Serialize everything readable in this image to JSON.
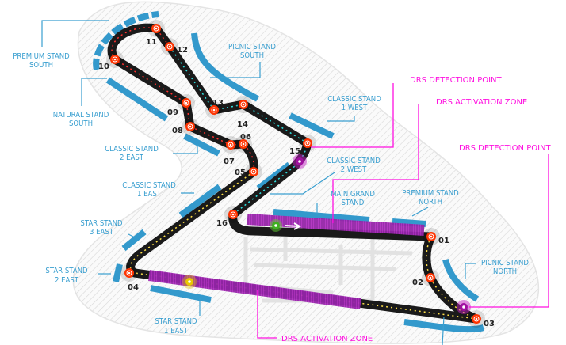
{
  "stands": {
    "premium_south": [
      "PREMIUM STAND",
      "SOUTH"
    ],
    "natural_south": [
      "NATURAL STAND",
      "SOUTH"
    ],
    "picnic_south": [
      "PICNIC STAND",
      "SOUTH"
    ],
    "classic_1_west": [
      "CLASSIC STAND",
      "1 WEST"
    ],
    "classic_2_east": [
      "CLASSIC STAND",
      "2 EAST"
    ],
    "classic_2_west": [
      "CLASSIC STAND",
      "2 WEST"
    ],
    "classic_1_east": [
      "CLASSIC STAND",
      "1 EAST"
    ],
    "main_grand": [
      "MAIN GRAND",
      "STAND"
    ],
    "premium_north": [
      "PREMIUM STAND",
      "NORTH"
    ],
    "star_3_east": [
      "STAR STAND",
      "3 EAST"
    ],
    "star_2_east": [
      "STAR STAND",
      "2 EAST"
    ],
    "star_1_east": [
      "STAR STAND",
      "1 EAST"
    ],
    "picnic_north": [
      "PICNIC STAND",
      "NORTH"
    ]
  },
  "drs": {
    "detection_1": "DRS DETECTION POINT",
    "activation_1": "DRS ACTIVATION ZONE",
    "detection_2": "DRS DETECTION POINT",
    "activation_2": "DRS ACTIVATION ZONE"
  },
  "corners": [
    "01",
    "02",
    "03",
    "04",
    "05",
    "06",
    "07",
    "08",
    "09",
    "10",
    "11",
    "12",
    "13",
    "14",
    "15",
    "16"
  ],
  "colors": {
    "track": "#1a1a1a",
    "corner": "#ff3300",
    "stand": "#3399cc",
    "drs": "#ff10e0",
    "drs_zone": "#a020b0"
  }
}
